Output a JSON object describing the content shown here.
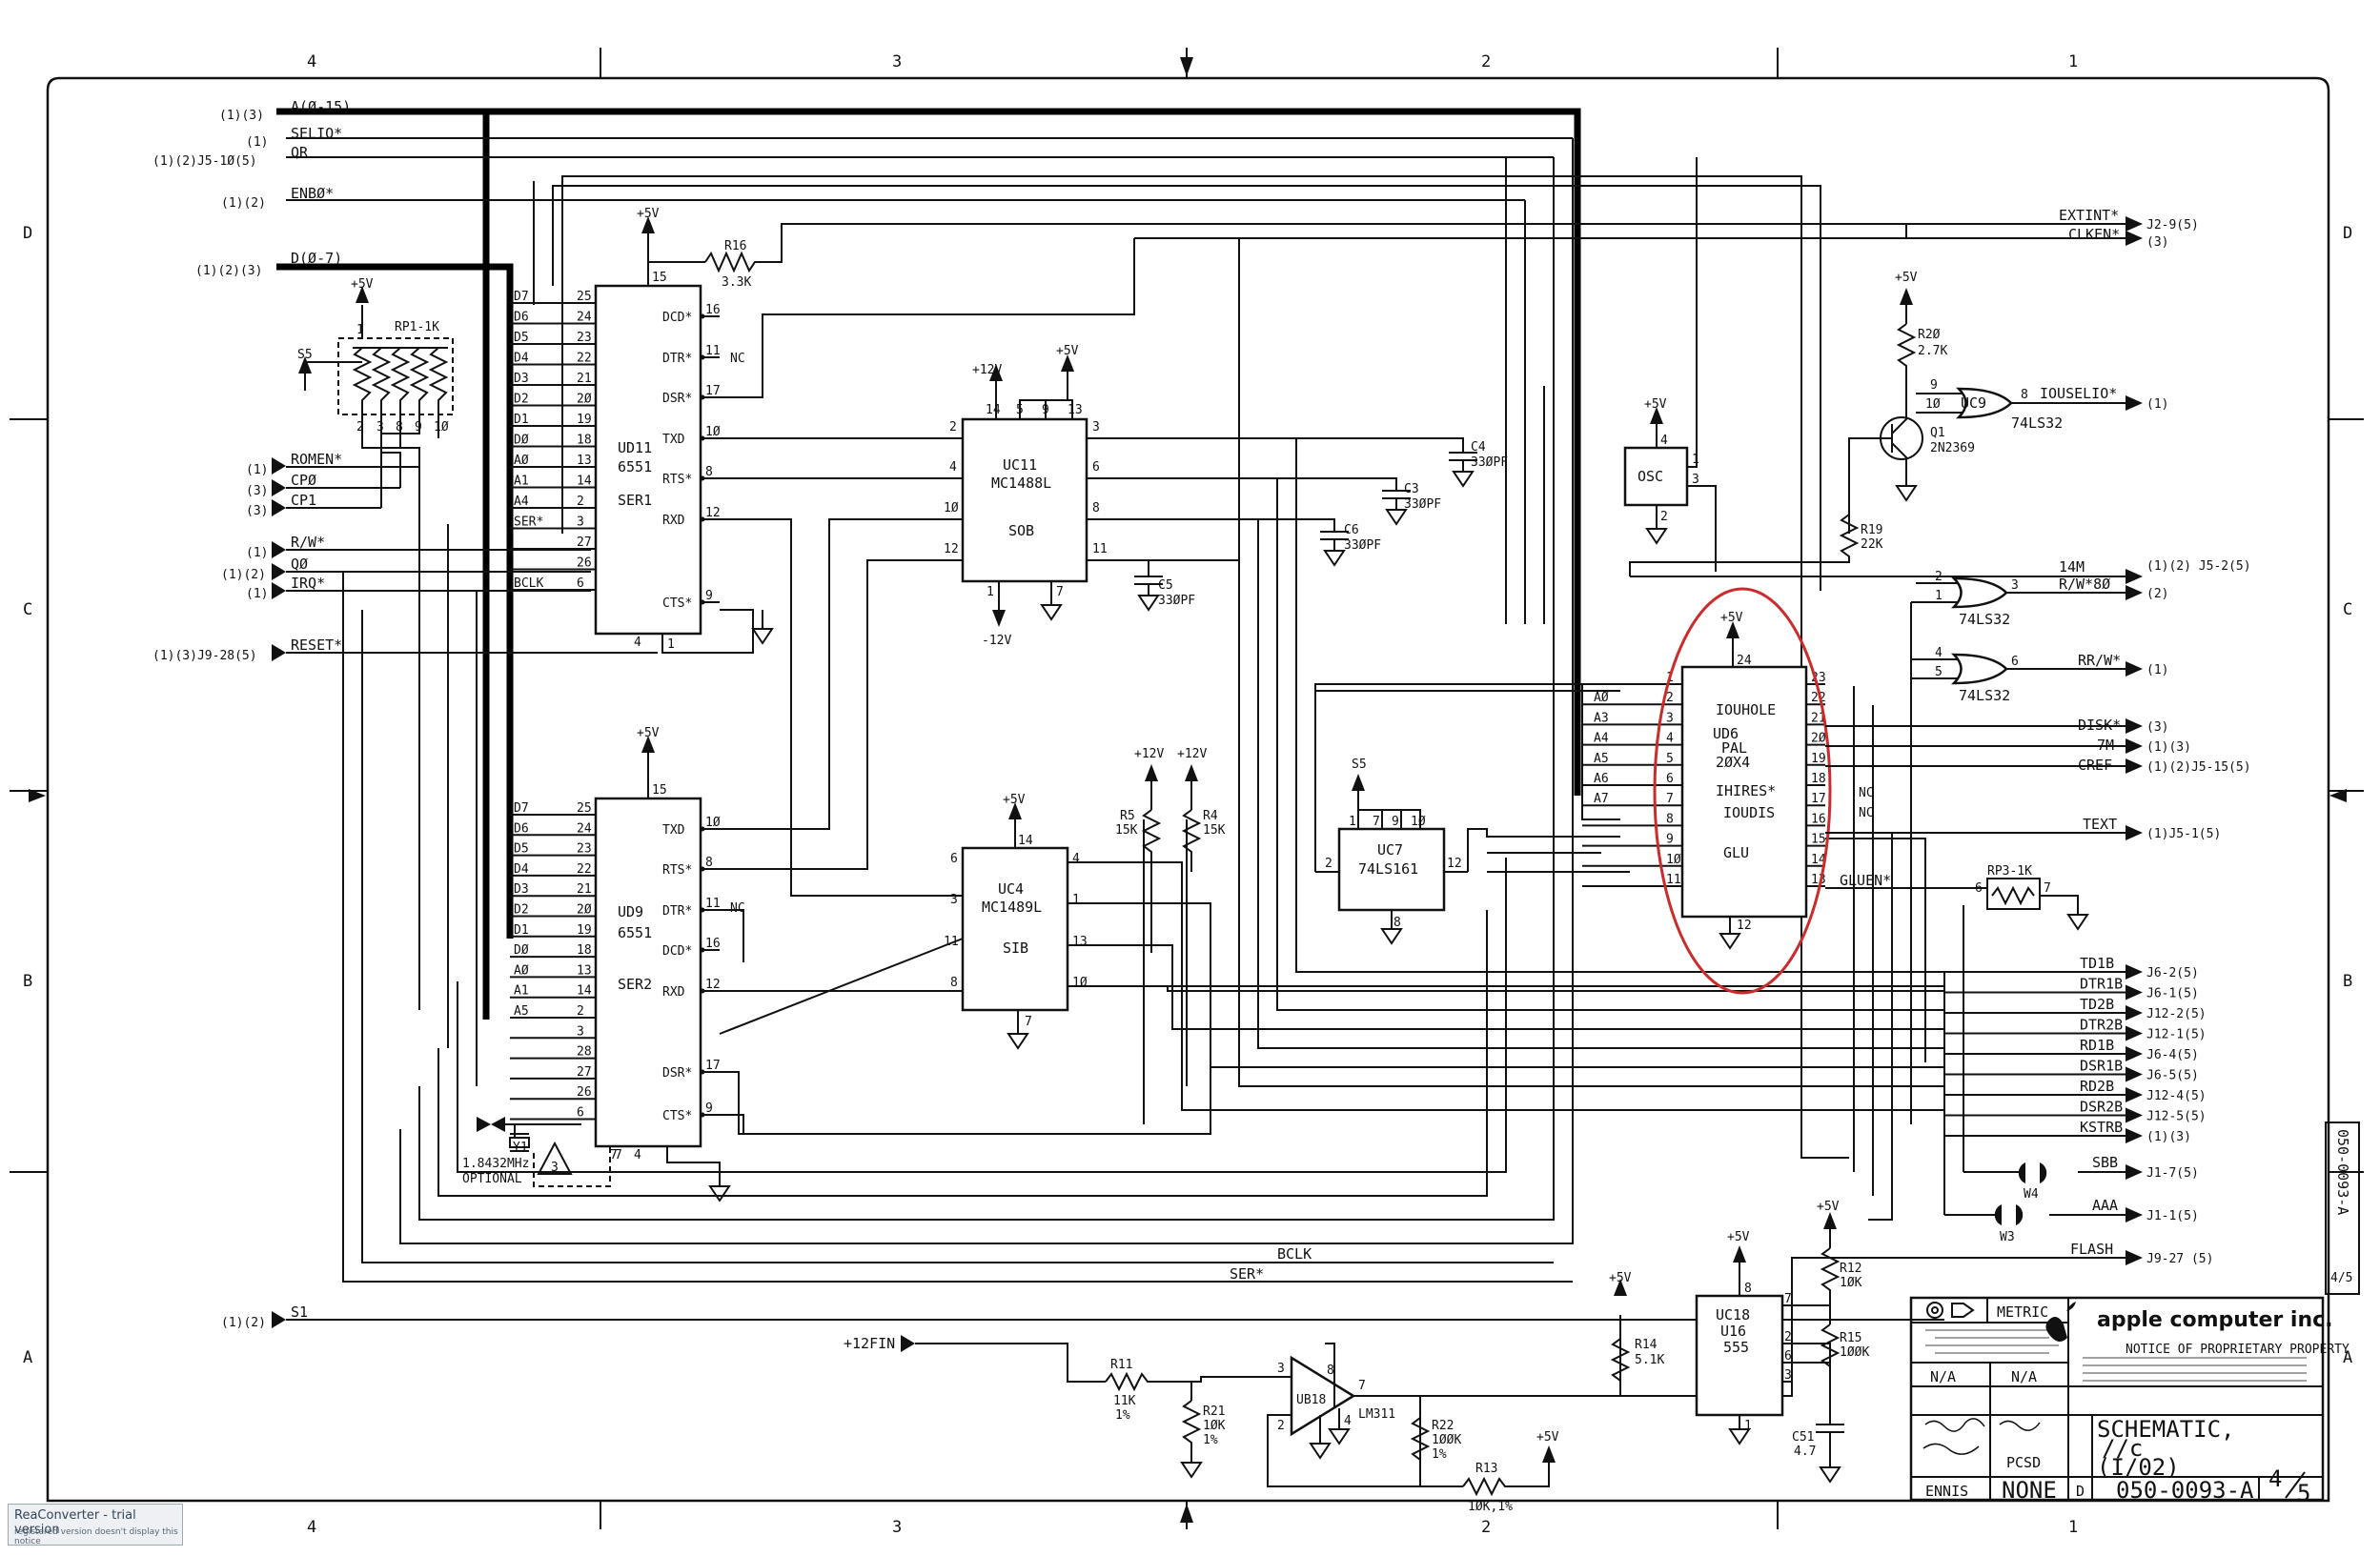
{
  "zone_cols": [
    "4",
    "3",
    "2",
    "1"
  ],
  "zone_rows": [
    "D",
    "C",
    "B",
    "A"
  ],
  "signals_left": {
    "a_bus_ref": "(1)(3)",
    "a_bus": "A(Ø-15)",
    "selio_ref": "(1)",
    "selio": "SELIO*",
    "qr_ref": "(1)(2)J5-1Ø(5)",
    "qr": "QR",
    "enbb_ref": "(1)(2)",
    "enbb": "ENBØ*",
    "d_bus_ref": "(1)(2)(3)",
    "d_bus": "D(Ø-7)",
    "romen_ref": "(1)",
    "romen": "ROMEN*",
    "cp0_ref": "(3)",
    "cp0": "CPØ",
    "cp1_ref": "(3)",
    "cp1": "CP1",
    "rw_ref": "(1)",
    "rw": "R/W*",
    "q0_ref": "(1)(2)",
    "q0": "QØ",
    "irq_ref": "(1)",
    "irq": "IRQ*",
    "reset_ref": "(1)(3)J9-28(5)",
    "reset": "RESET*",
    "s1_ref": "(1)(2)",
    "s1": "S1",
    "p12fin": "+12FIN"
  },
  "signals_right": {
    "extint": "EXTINT*",
    "extint_ref": "J2-9(5)",
    "clken": "CLKEN*",
    "clken_ref": "(3)",
    "iouselio": "IOUSELIO*",
    "iouselio_ref": "(1)",
    "m14": "14M",
    "m14_ref": "(1)(2) J5-2(5)",
    "rw80": "R/W*8Ø",
    "rw80_ref": "(2)",
    "rrw": "RR/W*",
    "rrw_ref": "(1)",
    "disk": "DISK*",
    "disk_ref": "(3)",
    "m7": "7M",
    "m7_ref": "(1)(3)",
    "cref": "CREF",
    "cref_ref": "(1)(2)J5-15(5)",
    "text": "TEXT",
    "text_ref": "(1)J5-1(5)",
    "gluen": "GLUEN*",
    "list": [
      {
        "name": "TD1B",
        "ref": "J6-2(5)"
      },
      {
        "name": "DTR1B",
        "ref": "J6-1(5)"
      },
      {
        "name": "TD2B",
        "ref": "J12-2(5)"
      },
      {
        "name": "DTR2B",
        "ref": "J12-1(5)"
      },
      {
        "name": "RD1B",
        "ref": "J6-4(5)"
      },
      {
        "name": "DSR1B",
        "ref": "J6-5(5)"
      },
      {
        "name": "RD2B",
        "ref": "J12-4(5)"
      },
      {
        "name": "DSR2B",
        "ref": "J12-5(5)"
      },
      {
        "name": "KSTRB",
        "ref": "(1)(3)"
      }
    ],
    "sbb": "SBB",
    "sbb_ref": "J1-7(5)",
    "aaa": "AAA",
    "aaa_ref": "J1-1(5)",
    "flash": "FLASH",
    "flash_ref": "J9-27 (5)",
    "bclk": "BCLK",
    "ser": "SER*"
  },
  "ud11": {
    "name": "UD11",
    "part": "6551",
    "func": "SER1",
    "left_pins": [
      [
        "D7",
        "25"
      ],
      [
        "D6",
        "24"
      ],
      [
        "D5",
        "23"
      ],
      [
        "D4",
        "22"
      ],
      [
        "D3",
        "21"
      ],
      [
        "D2",
        "2Ø"
      ],
      [
        "D1",
        "19"
      ],
      [
        "DØ",
        "18"
      ],
      [
        "AØ",
        "13"
      ],
      [
        "A1",
        "14"
      ],
      [
        "A4",
        "2"
      ],
      [
        "SER*",
        "3"
      ],
      [
        "",
        "27"
      ],
      [
        "",
        "26"
      ],
      [
        "BCLK",
        "6"
      ]
    ],
    "right_pins": [
      [
        "DCD*",
        "16"
      ],
      [
        "DTR*",
        "11"
      ],
      [
        "DSR*",
        "17"
      ],
      [
        "TXD",
        "1Ø"
      ],
      [
        "RTS*",
        "8"
      ],
      [
        "RXD",
        "12"
      ],
      [
        "CTS*",
        "9"
      ]
    ],
    "vcc": "15",
    "gnd": "4",
    "gnd2": "1",
    "nc": "NC"
  },
  "ud9": {
    "name": "UD9",
    "part": "6551",
    "func": "SER2",
    "left_pins": [
      [
        "D7",
        "25"
      ],
      [
        "D6",
        "24"
      ],
      [
        "D5",
        "23"
      ],
      [
        "D4",
        "22"
      ],
      [
        "D3",
        "21"
      ],
      [
        "D2",
        "2Ø"
      ],
      [
        "D1",
        "19"
      ],
      [
        "DØ",
        "18"
      ],
      [
        "AØ",
        "13"
      ],
      [
        "A1",
        "14"
      ],
      [
        "A5",
        "2"
      ],
      [
        "",
        "3"
      ],
      [
        "",
        "28"
      ],
      [
        "",
        "27"
      ],
      [
        "",
        "26"
      ],
      [
        "",
        "6"
      ]
    ],
    "right_pins": [
      [
        "TXD",
        "1Ø"
      ],
      [
        "RTS*",
        "8"
      ],
      [
        "DTR*",
        "11"
      ],
      [
        "DCD*",
        "16"
      ],
      [
        "RXD",
        "12"
      ],
      [
        "DSR*",
        "17"
      ],
      [
        "CTS*",
        "9"
      ]
    ],
    "vcc": "15",
    "gnd": "4",
    "gnd2": "7",
    "nc": "NC"
  },
  "uc11": {
    "name": "UC11",
    "part": "MC1488L",
    "func": "SOB",
    "pins_top": [
      "14",
      "5",
      "9",
      "13"
    ],
    "pins_left": [
      "2",
      "4",
      "1Ø",
      "12"
    ],
    "pins_right": [
      "3",
      "6",
      "8",
      "11"
    ],
    "pin_bot": "7",
    "pin_bot2": "1"
  },
  "uc4": {
    "name": "UC4",
    "part": "MC1489L",
    "func": "SIB",
    "pin_top": "14",
    "pins_left": [
      "6",
      "3",
      "11",
      "8"
    ],
    "pins_right": [
      "4",
      "1",
      "13",
      "1Ø"
    ],
    "pin_bot": "7"
  },
  "ud6": {
    "name": "UD6",
    "type": "PAL",
    "part": "2ØX4",
    "func": "GLU",
    "inner": [
      "IOUHOLE",
      "IHIRES*",
      "IOUDIS"
    ],
    "left_pins": [
      [
        "",
        "1"
      ],
      [
        "AØ",
        "2"
      ],
      [
        "A3",
        "3"
      ],
      [
        "A4",
        "4"
      ],
      [
        "A5",
        "5"
      ],
      [
        "A6",
        "6"
      ],
      [
        "A7",
        "7"
      ],
      [
        "",
        "8"
      ],
      [
        "",
        "9"
      ],
      [
        "",
        "1Ø"
      ],
      [
        "",
        "11"
      ]
    ],
    "right_pins": [
      "23",
      "22",
      "21",
      "2Ø",
      "19",
      "18",
      "17",
      "16",
      "15",
      "14",
      "13"
    ],
    "vcc": "24",
    "gnd": "12"
  },
  "uc7": {
    "name": "UC7",
    "part": "74LS161",
    "pins_top": [
      "1",
      "7",
      "9",
      "1Ø"
    ],
    "pin_l": "2",
    "pin_r": "12",
    "pin_bot": "8"
  },
  "uc9a": {
    "name": "UC9",
    "part": "74LS32",
    "pins": [
      "9",
      "1Ø",
      "8"
    ]
  },
  "uc9b": {
    "part": "74LS32",
    "pins": [
      "2",
      "1",
      "3"
    ]
  },
  "uc9c": {
    "part": "74LS32",
    "pins": [
      "4",
      "5",
      "6"
    ]
  },
  "q1": {
    "name": "Q1",
    "part": "2N2369"
  },
  "osc": {
    "name": "OSC",
    "pins": [
      "4",
      "1",
      "3",
      "2"
    ]
  },
  "uc18": {
    "name": "UC18",
    "alt": "U16",
    "part": "555",
    "pins": [
      "8",
      "7",
      "2",
      "6",
      "3",
      "1"
    ]
  },
  "ub18": {
    "name": "UB18",
    "part": "LM311",
    "pins": [
      "3",
      "8",
      "7",
      "2",
      "4"
    ]
  },
  "rp1": {
    "name": "RP1-1K",
    "pins": [
      "1",
      "2",
      "3",
      "8",
      "9",
      "1Ø"
    ],
    "s5": "S5"
  },
  "rp3": {
    "name": "RP3-1K",
    "pins": [
      "6",
      "7"
    ]
  },
  "passives": {
    "r16": [
      "R16",
      "3.3K"
    ],
    "r2": [
      "R2Ø",
      "2.7K"
    ],
    "r19": [
      "R19",
      "22K"
    ],
    "r5": [
      "R5",
      "15K"
    ],
    "r4": [
      "R4",
      "15K"
    ],
    "c4": [
      "C4",
      "33ØPF"
    ],
    "c3": [
      "C3",
      "33ØPF"
    ],
    "c6": [
      "C6",
      "33ØPF"
    ],
    "c5": [
      "C5",
      "33ØPF"
    ],
    "r11": [
      "R11",
      "11K",
      "1%"
    ],
    "r21": [
      "R21",
      "1ØK",
      "1%"
    ],
    "r22": [
      "R22",
      "1ØØK",
      "1%"
    ],
    "r13": [
      "R13",
      "1ØK,1%"
    ],
    "r14": [
      "R14",
      "5.1K"
    ],
    "r12": [
      "R12",
      "1ØK"
    ],
    "r15": [
      "R15",
      "1ØØK"
    ],
    "c51": [
      "C51",
      "4.7"
    ],
    "y1": [
      "Y1",
      "1.8432MHz",
      "OPTIONAL"
    ],
    "y1_note": "3",
    "y1_pin": "7",
    "w4": "W4",
    "w3": "W3"
  },
  "power": {
    "p5": "+5V",
    "p12": "+12V",
    "m12": "-12V",
    "s5": "S5"
  },
  "title_block": {
    "metric": "METRIC",
    "company": "apple computer inc.",
    "notice": "NOTICE OF PROPRIETARY PROPERTY",
    "na1": "N/A",
    "na2": "N/A",
    "pcsd": "PCSD",
    "title1": "SCHEMATIC,",
    "title2": "//c",
    "title3": "(I/02)",
    "designer": "ENNIS",
    "scale": "NONE",
    "size": "D",
    "drawing_no": "050-0093-A",
    "sheet": "4",
    "of": "5",
    "side_no": "050-0093-A",
    "side_sheet": "4/5"
  },
  "watermark": {
    "line1": "ReaConverter - trial version",
    "line2": "registered version doesn't display this notice"
  }
}
